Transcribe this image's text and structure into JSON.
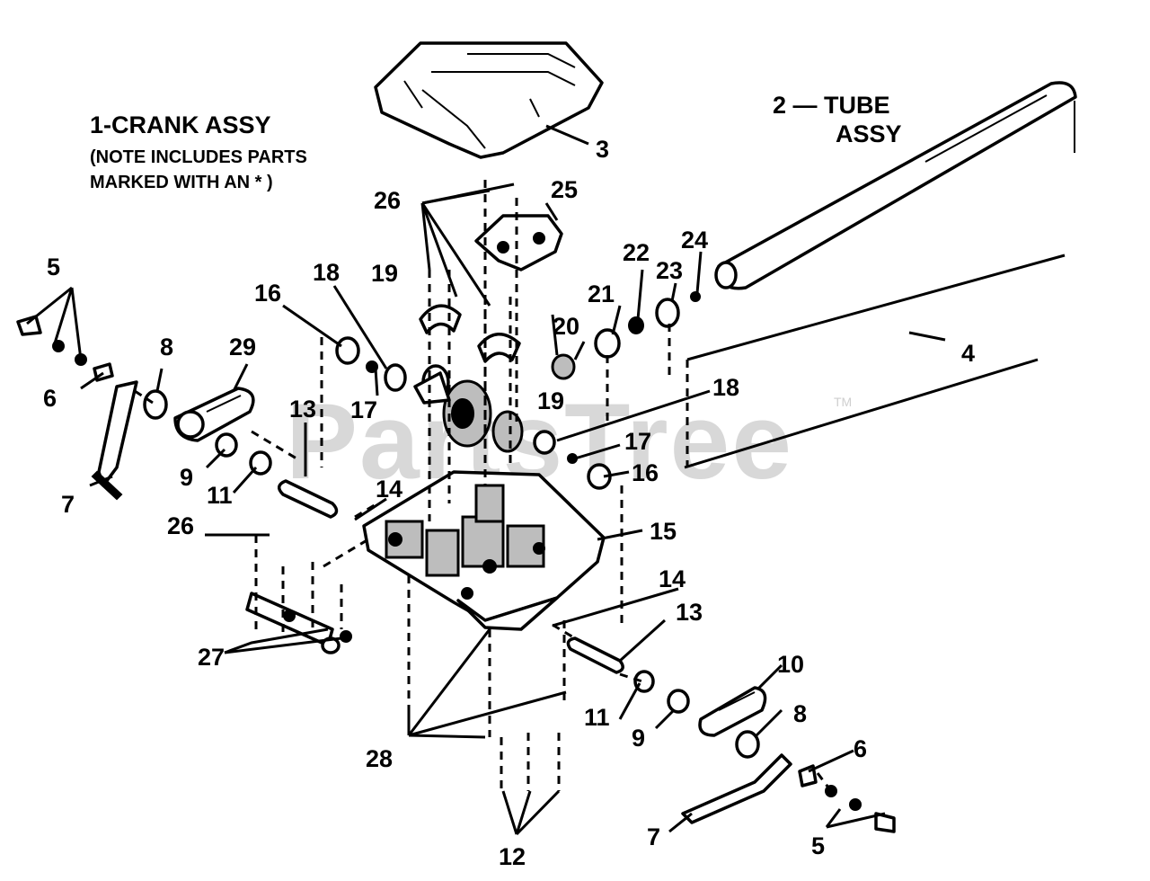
{
  "diagram": {
    "assembly_title": "1-CRANK ASSY",
    "note_line1": "(NOTE INCLUDES PARTS",
    "note_line2": "MARKED WITH AN * )",
    "tube_title_line1": "2 — TUBE",
    "tube_title_line2": "ASSY",
    "watermark": "PartsTree",
    "watermark_tm": "TM",
    "callouts": {
      "c3": "3",
      "c4": "4",
      "c5a": "5",
      "c5b": "5",
      "c6a": "6",
      "c6b": "6",
      "c7a": "7",
      "c7b": "7",
      "c8a": "8",
      "c8b": "8",
      "c9a": "9",
      "c9b": "9",
      "c10": "10",
      "c11a": "11",
      "c11b": "11",
      "c12": "12",
      "c13a": "13",
      "c13b": "13",
      "c14a": "14",
      "c14b": "14",
      "c15": "15",
      "c16a": "16",
      "c16b": "16",
      "c17a": "17",
      "c17b": "17",
      "c18a": "18",
      "c18b": "18",
      "c19a": "19",
      "c19b": "19",
      "c20": "20",
      "c21": "21",
      "c22": "22",
      "c23": "23",
      "c24": "24",
      "c25": "25",
      "c26a": "26",
      "c26b": "26",
      "c27": "27",
      "c28": "28",
      "c29": "29"
    }
  }
}
